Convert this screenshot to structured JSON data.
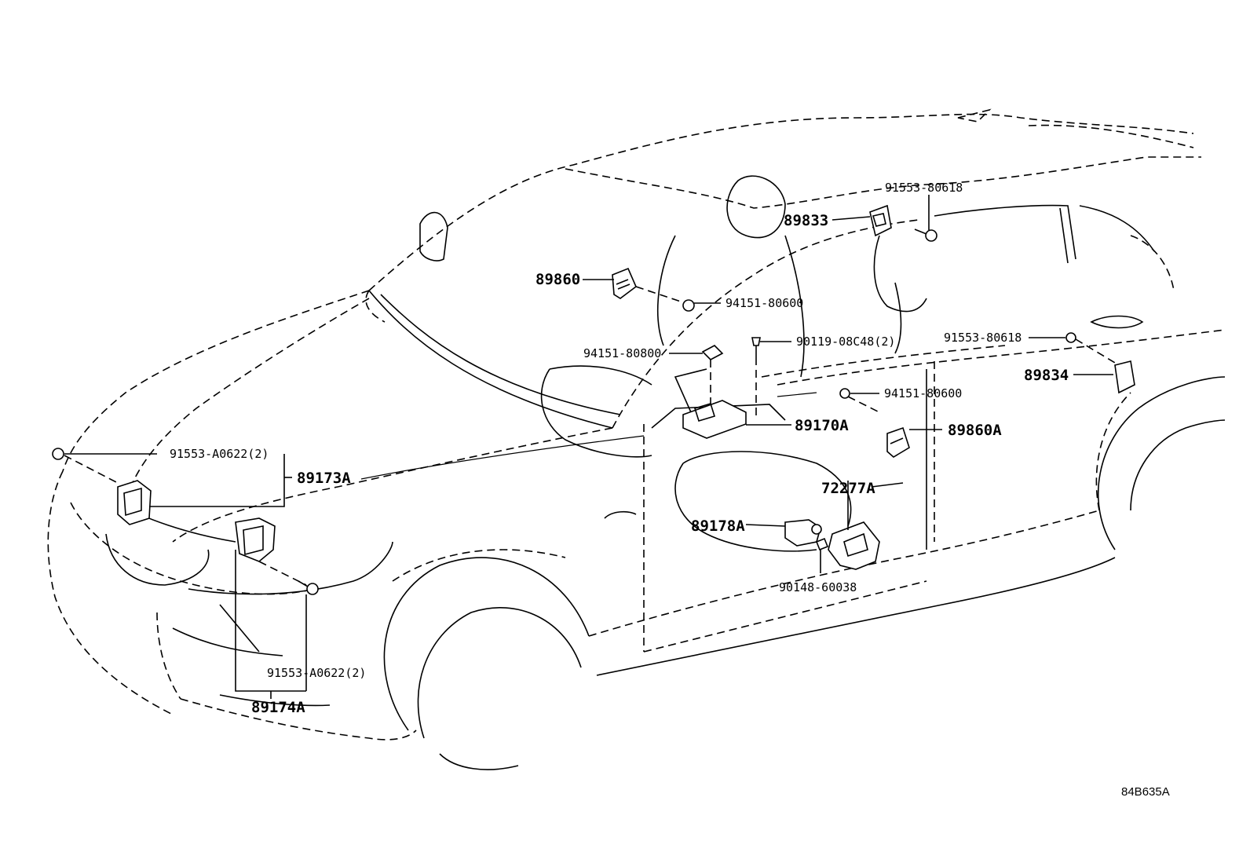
{
  "parts": {
    "p_91553_80618_top": "91553-80618",
    "p_89833": "89833",
    "p_89860": "89860",
    "p_94151_80600_a": "94151-80600",
    "p_90119_08c48": "90119-08C48(2)",
    "p_91553_80618_right": "91553-80618",
    "p_94151_80800": "94151-80800",
    "p_89834": "89834",
    "p_94151_80600_b": "94151-80600",
    "p_89170a": "89170A",
    "p_89860a": "89860A",
    "p_91553_a0622_a": "91553-A0622(2)",
    "p_89173a": "89173A",
    "p_72277a": "72277A",
    "p_89178a": "89178A",
    "p_90148_60038": "90148-60038",
    "p_91553_a0622_b": "91553-A0622(2)",
    "p_89174a": "89174A"
  },
  "diagram_code": "84B635A"
}
